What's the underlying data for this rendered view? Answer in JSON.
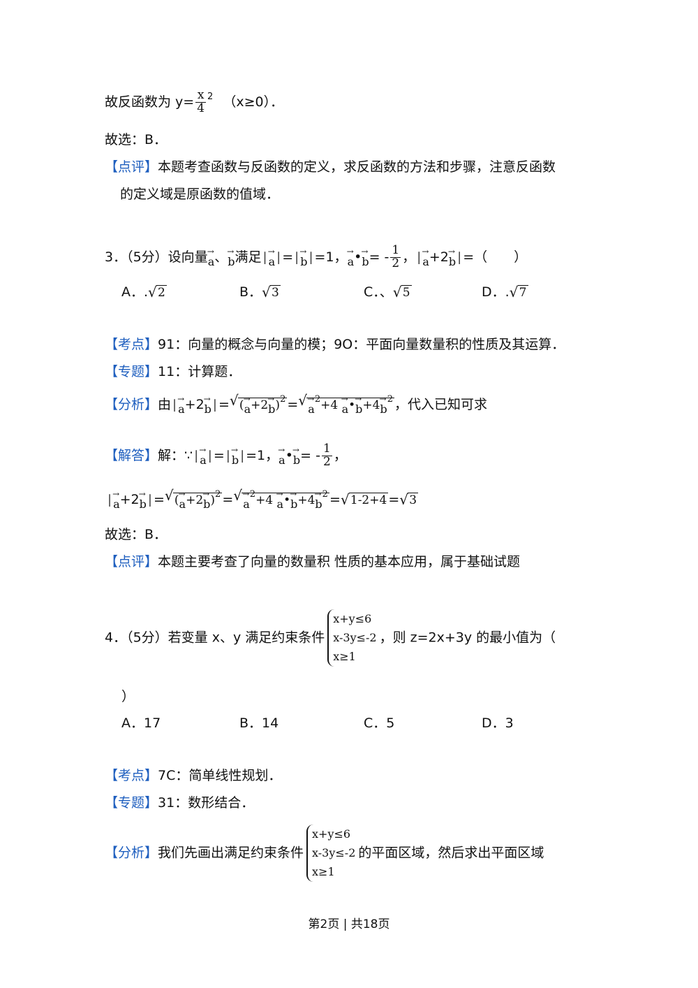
{
  "line1": {
    "prefix": "故反函数为 y=",
    "frac_num": "x",
    "exp": "2",
    "frac_den": "4",
    "cond": "（x≥0）．"
  },
  "line2": "故选：B．",
  "review1": {
    "tag": "【点评】",
    "text1": "本题考查函数与反函数的定义，求反函数的方法和步骤，注意反函数",
    "text2": "的定义域是原函数的值域．"
  },
  "q3": {
    "stem_a": "3．（5分）设向量",
    "stem_b": "满足",
    "stem_c": "=1，",
    "stem_d": "= -",
    "half_num": "1",
    "half_den": "2",
    "stem_e": "=（　　）",
    "options": [
      {
        "label": "A．.",
        "value": "2"
      },
      {
        "label": "B．",
        "value": "3"
      },
      {
        "label": "C．、",
        "value": "5"
      },
      {
        "label": "D．.",
        "value": "7"
      }
    ],
    "kaodian_tag": "【考点】",
    "kaodian": "91：向量的概念与向量的模；9O：平面向量数量积的性质及其运算．",
    "zhuanti_tag": "【专题】",
    "zhuanti": "11：计算题．",
    "fenxi_tag": "【分析】",
    "fenxi_pre": "由",
    "fenxi_post": "，代入已知可求",
    "jieda_tag": "【解答】",
    "jieda_pre": "解：∵",
    "jieda_mid": "=1，",
    "calc_result": "1-2+4",
    "conclusion": "故选：B．",
    "review_tag": "【点评】",
    "review": "本题主要考查了向量的数量积  性质的基本应用，属于基础试题"
  },
  "q4": {
    "stem_a": "4．（5分）若变量 x、y 满足约束条件",
    "constraints": [
      "x+y≤6",
      "x-3y≤-2",
      "x≥1"
    ],
    "stem_b": "，则 z=2x+3y 的最小值为（",
    "stem_close": "）",
    "options": [
      {
        "label": "A．",
        "value": "17"
      },
      {
        "label": "B．",
        "value": "14"
      },
      {
        "label": "C．",
        "value": "5"
      },
      {
        "label": "D．",
        "value": "3"
      }
    ],
    "kaodian_tag": "【考点】",
    "kaodian": "7C：简单线性规划．",
    "zhuanti_tag": "【专题】",
    "zhuanti": "31：数形结合．",
    "fenxi_tag": "【分析】",
    "fenxi_pre": "我们先画出满足约束条件",
    "fenxi_post": "的平面区域，然后求出平面区域"
  },
  "footer": "第2页 | 共18页"
}
